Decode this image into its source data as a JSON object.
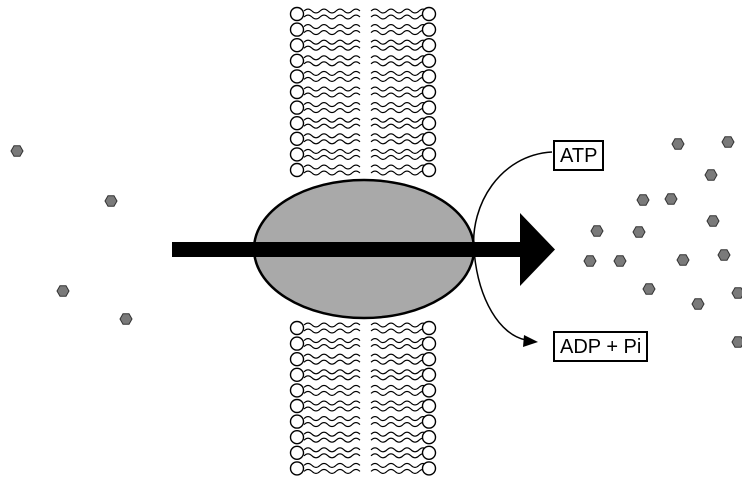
{
  "labels": {
    "atp": "ATP",
    "products": "ADP + Pi"
  },
  "colors": {
    "protein_fill": "#a9a9a9",
    "molecule_fill": "#7a7a7a",
    "stroke": "#000000"
  },
  "shapes": {
    "molecule": "hexagon",
    "transport_protein": "ellipse",
    "membrane": "phospholipid-bilayer"
  }
}
